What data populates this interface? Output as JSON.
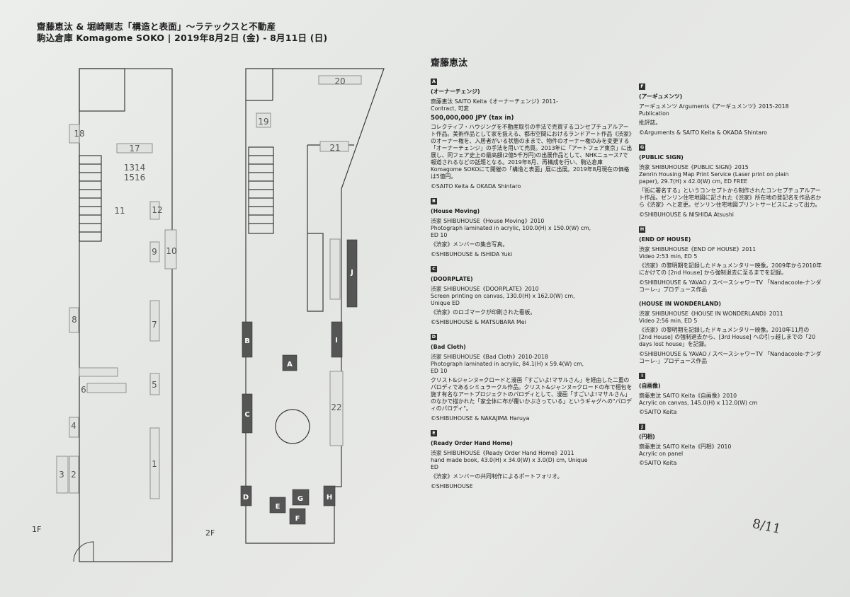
{
  "header": {
    "line1": "齋藤恵汰 & 堀崎剛志「構造と表面」〜ラテックスと不動産",
    "line2": "駒込倉庫 Komagome SOKO | 2019年8月2日 (金) - 8月11日 (日)"
  },
  "floorplan": {
    "floor1": {
      "label": "1F",
      "positions": [
        "1",
        "2",
        "3",
        "4",
        "5",
        "6",
        "7",
        "8",
        "9",
        "10",
        "11",
        "12",
        "13",
        "14",
        "15",
        "16",
        "17",
        "18"
      ]
    },
    "floor2": {
      "label": "2F",
      "positions": [
        "19",
        "20",
        "21",
        "22"
      ],
      "works": [
        "A",
        "B",
        "C",
        "D",
        "E",
        "F",
        "G",
        "H",
        "I",
        "J"
      ]
    }
  },
  "annotation": "8/11",
  "list": {
    "artist": "齋藤恵汰",
    "works": [
      {
        "letter": "A",
        "title": "(オーナーチェンジ)",
        "lines": [
          "齋藤恵汰 SAITO Keita《オーナーチェンジ》2011-",
          "Contract, 可変"
        ],
        "price": "500,000,000 JPY (tax in)",
        "desc": "コレクティブ・ハウジングを不動産取引の手法で売買するコンセプチュアルアート作品。美術作品として家を扱える、都市空間におけるランドアート作品《渋家》のオーナー権を、入居者がいる状態のままで、物件のオーナー権のみを変更する「オーナーチェンジ」の手法を用いて売買。2013年に「アートフェア東京」に出展し、同フェア史上の最高額(2億5千万円)の出展作品として、NHKニュース7で報道されるなどの話題となる。2019年8月、再構成を行い、駒込倉庫 Komagome SOKOにて開催の「構造と表面」展に出展。2019年8月現在の価格は5億円。",
        "credit": "©SAITO Keita & OKADA Shintaro"
      },
      {
        "letter": "B",
        "title": "(House Moving)",
        "lines": [
          "渋家 SHIBUHOUSE《House Moving》2010",
          "Photograph laminated in acrylic, 100.0(H) x 150.0(W) cm,",
          "ED 10"
        ],
        "desc": "《渋家》メンバーの集合写真。",
        "credit": "©SHIBUHOUSE & ISHIDA Yuki"
      },
      {
        "letter": "C",
        "title": "(DOORPLATE)",
        "lines": [
          "渋家 SHIBUHOUSE《DOORPLATE》2010",
          "Screen printing on canvas, 130.0(H) x 162.0(W) cm,",
          "Unique ED"
        ],
        "desc": "《渋家》のロゴマークが印刷された看板。",
        "credit": "©SHIBUHOUSE & MATSUBARA Mei"
      },
      {
        "letter": "D",
        "title": "(Bad Cloth)",
        "lines": [
          "渋家 SHIBUHOUSE《Bad Cloth》2010-2018",
          "Photograph laminated in acrylic, 84.1(H) x 59.4(W) cm,",
          "ED 10"
        ],
        "desc": "クリスト&ジャンヌ=クロードと漫画「すごいよ!マサルさん」を経由した二重のパロディであるシミュラークル作品。クリスト&ジャンヌ=クロードの布で梱包を施す有名なアートプロジェクトのパロディとして、漫画「すごいよ!マサルさん」のなかで描かれた「家全体に布が覆いかぶさっている」というギャグへの\"パロディのパロディ\"。",
        "credit": "©SHIBUHOUSE & NAKAJIMA Haruya"
      },
      {
        "letter": "E",
        "title": "(Ready Order Hand Home)",
        "lines": [
          "渋家 SHIBUHOUSE《Ready Order Hand Home》2011",
          "hand made book, 43.0(H) x 34.0(W) x 3.0(D) cm, Unique",
          "ED"
        ],
        "desc": "《渋家》メンバーの共同制作によるポートフォリオ。",
        "credit": "©SHIBUHOUSE"
      },
      {
        "letter": "F",
        "title": "(アーギュメンツ)",
        "lines": [
          "アーギュメンツ Arguments《アーギュメンツ》2015-2018",
          "Publication"
        ],
        "desc": "批評誌。",
        "credit": "©Arguments & SAITO Keita & OKADA Shintaro"
      },
      {
        "letter": "G",
        "title": "(PUBLIC SIGN)",
        "lines": [
          "渋家 SHIBUHOUSE《PUBLIC SIGN》2015",
          "Zenrin Housing Map Print Service (Laser print on plain",
          "paper), 29.7(H) x 42.0(W) cm, ED FREE"
        ],
        "desc": "「街に署名する」というコンセプトから制作されたコンセプチュアルアート作品。ゼンリン住宅地図に記された《渋家》所在地の登記名を作品名から《渋家》へと変更。ゼンリン住宅地図プリントサービスによって出力。",
        "credit": "©SHIBUHOUSE & NISHIDA Atsushi"
      },
      {
        "letter": "H",
        "title": "(END OF HOUSE)",
        "lines": [
          "渋家 SHIBUHOUSE《END OF HOUSE》2011",
          "Video 2:53 min, ED 5"
        ],
        "desc": "《渋家》の黎明期を記録したドキュメンタリー映像。2009年から2010年にかけての [2nd House] から強制退去に至るまでを記録。",
        "credit": "©SHIBUHOUSE & YAVAO / スペースシャワーTV 「Nandacoole-ナンダコーレ-」プロデュース作品"
      },
      {
        "letter": "",
        "title": "(HOUSE IN WONDERLAND)",
        "lines": [
          "渋家 SHIBUHOUSE《HOUSE IN WONDERLAND》2011",
          "Video 2:56 min, ED 5"
        ],
        "desc": "《渋家》の黎明期を記録したドキュメンタリー映像。2010年11月の [2nd House] の強制退去から、[3rd House] への引っ越しまでの「20 days lost house」を記録。",
        "credit": "©SHIBUHOUSE & YAVAO / スペースシャワーTV 「Nandacoole-ナンダコーレ-」プロデュース作品"
      },
      {
        "letter": "I",
        "title": "(自画像)",
        "lines": [
          "齋藤恵汰 SAITO Keita《自画像》2010",
          "Acrylic on canvas, 145.0(H) x 112.0(W) cm"
        ],
        "desc": "",
        "credit": "©SAITO Keita"
      },
      {
        "letter": "J",
        "title": "(円相)",
        "lines": [
          "齋藤恵汰 SAITO Keita《円相》2010",
          "Acrylic on panel"
        ],
        "desc": "",
        "credit": "©SAITO Keita"
      }
    ]
  }
}
